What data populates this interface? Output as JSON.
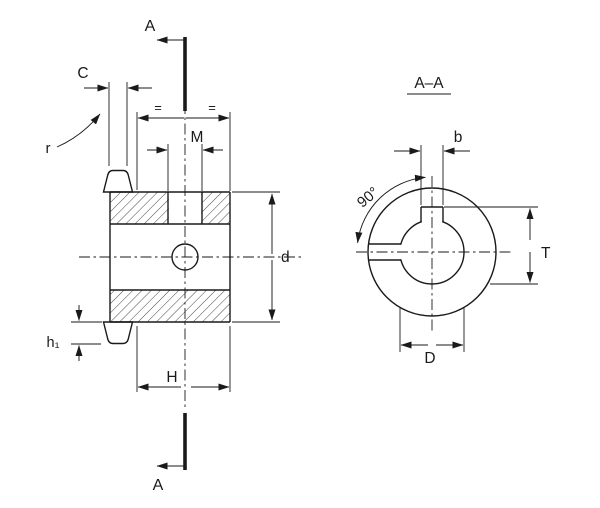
{
  "drawing_labels": {
    "section_marker": "A",
    "front_view": {
      "tooth_width": "C",
      "radius": "r",
      "thread": "M",
      "equal_left": "=",
      "equal_right": "=",
      "diameter": "d",
      "tooth_height": "h₁",
      "hub_length": "H"
    },
    "section_view": {
      "title": "A–A",
      "keyway_width": "b",
      "angle": "90°",
      "keyway_depth": "T",
      "bore_diameter": "D"
    }
  },
  "colors": {
    "line": "#1a1a1a",
    "background": "#ffffff"
  }
}
